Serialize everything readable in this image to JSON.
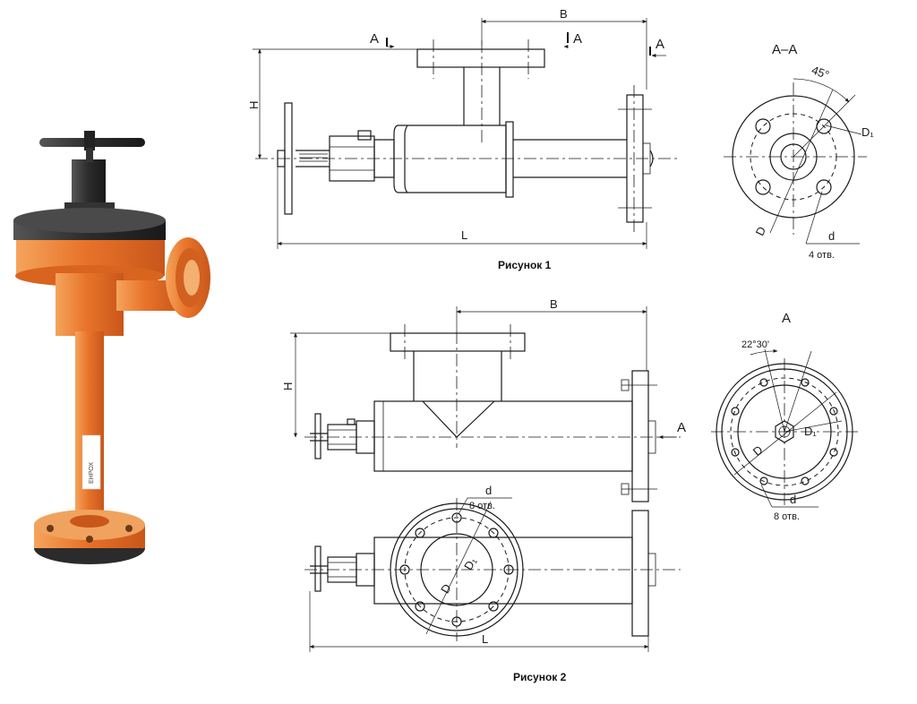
{
  "captions": {
    "fig1": "Рисунок 1",
    "fig2": "Рисунок 2"
  },
  "fig1": {
    "dim_b": "B",
    "dim_h": "H",
    "dim_l": "L",
    "cut_mark": "A",
    "section_title": "A–A",
    "angle": "45°",
    "d1": "D₁",
    "d": "D",
    "holes_d": "d",
    "holes_count": "4  отв."
  },
  "fig2": {
    "dim_b": "B",
    "dim_h": "H",
    "dim_l": "L",
    "view_mark": "A",
    "view_title": "A",
    "angle": "22°30'",
    "d1": "D₁",
    "d": "D",
    "holes_d_view": "d",
    "holes_count_view": "8  отв.",
    "holes_d_plan": "d",
    "holes_count_plan": "8  отв.",
    "plan_d": "D",
    "plan_d1": "D₁"
  },
  "photo": {
    "body_color": "#e8742a",
    "dark_color": "#2b2b2b",
    "label_text": "ЕНРОХ"
  }
}
